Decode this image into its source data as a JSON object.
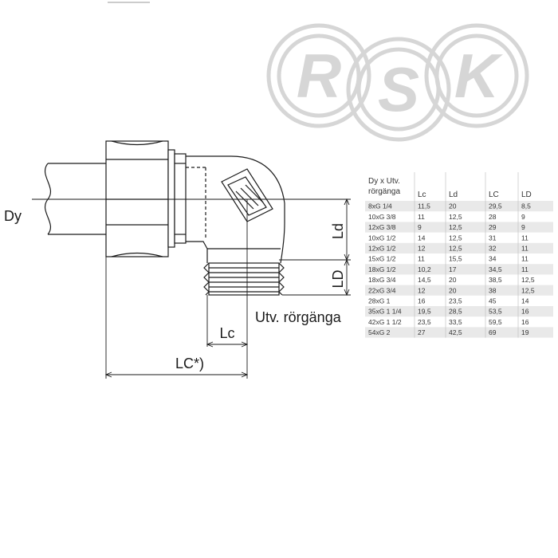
{
  "logo": {
    "letters": [
      "R",
      "S",
      "K"
    ]
  },
  "labels": {
    "dy": "Dy",
    "ld_upper": "Ld",
    "ld_lower": "LD",
    "lc": "Lc",
    "lc_total": "LC*)",
    "thread": "Utv. rörgänga"
  },
  "table": {
    "headers": [
      "Dy x Utv.\nrörgänga",
      "Lc",
      "Ld",
      "LC",
      "LD"
    ],
    "rows": [
      [
        "8xG 1/4",
        "11,5",
        "20",
        "29,5",
        "8,5"
      ],
      [
        "10xG 3/8",
        "11",
        "12,5",
        "28",
        "9"
      ],
      [
        "12xG 3/8",
        "9",
        "12,5",
        "29",
        "9"
      ],
      [
        "10xG 1/2",
        "14",
        "12,5",
        "31",
        "11"
      ],
      [
        "12xG 1/2",
        "12",
        "12,5",
        "32",
        "11"
      ],
      [
        "15xG 1/2",
        "11",
        "15,5",
        "34",
        "11"
      ],
      [
        "18xG 1/2",
        "10,2",
        "17",
        "34,5",
        "11"
      ],
      [
        "18xG 3/4",
        "14,5",
        "20",
        "38,5",
        "12,5"
      ],
      [
        "22xG 3/4",
        "12",
        "20",
        "38",
        "12,5"
      ],
      [
        "28xG 1",
        "16",
        "23,5",
        "45",
        "14"
      ],
      [
        "35xG 1 1/4",
        "19,5",
        "28,5",
        "53,5",
        "16"
      ],
      [
        "42xG 1 1/2",
        "23,5",
        "33,5",
        "59,5",
        "16"
      ],
      [
        "54xG 2",
        "27",
        "42,5",
        "69",
        "19"
      ]
    ]
  },
  "colors": {
    "line": "#1a1a1a",
    "logo": "#d6d6d6",
    "table_stripe": "#e9e9e9",
    "table_text": "#333333"
  }
}
